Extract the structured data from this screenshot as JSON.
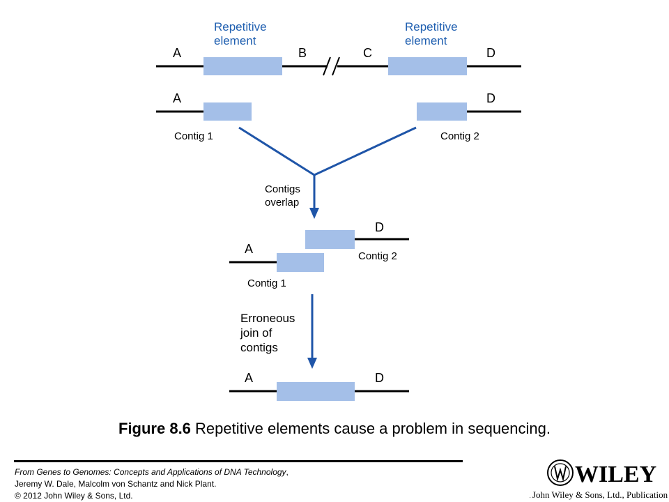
{
  "diagram": {
    "top_row": {
      "label_a": "A",
      "label_b": "B",
      "label_c": "C",
      "label_d": "D",
      "repeat_left": [
        "Repetitive",
        "element"
      ],
      "repeat_right": [
        "Repetitive",
        "element"
      ]
    },
    "contigs_row": {
      "label_a": "A",
      "label_d": "D",
      "contig1": "Contig 1",
      "contig2": "Contig 2"
    },
    "arrow1_label": [
      "Contigs",
      "overlap"
    ],
    "overlap_row": {
      "label_a": "A",
      "label_d": "D",
      "contig1": "Contig 1",
      "contig2": "Contig 2"
    },
    "arrow2_label": [
      "Erroneous",
      "join of",
      "contigs"
    ],
    "final_row": {
      "label_a": "A",
      "label_d": "D"
    }
  },
  "caption": {
    "figure_number": "Figure 8.6",
    "text": " Repetitive elements cause a problem in sequencing."
  },
  "credit": {
    "book_title": "From Genes to Genomes: Concepts and Applications of DNA Technology",
    "title_suffix": ",",
    "authors": "Jeremy W. Dale, Malcolm von Schantz and Nick Plant.",
    "copyright": "© 2012 John Wiley & Sons, Ltd."
  },
  "logo": {
    "wordmark": "WILEY",
    "tagline": "A John Wiley & Sons, Ltd., Publication"
  },
  "colors": {
    "element_fill": "#a4bfe8",
    "arrow": "#1f55a8",
    "label_blue": "#1f5fb0",
    "line": "#000000"
  }
}
